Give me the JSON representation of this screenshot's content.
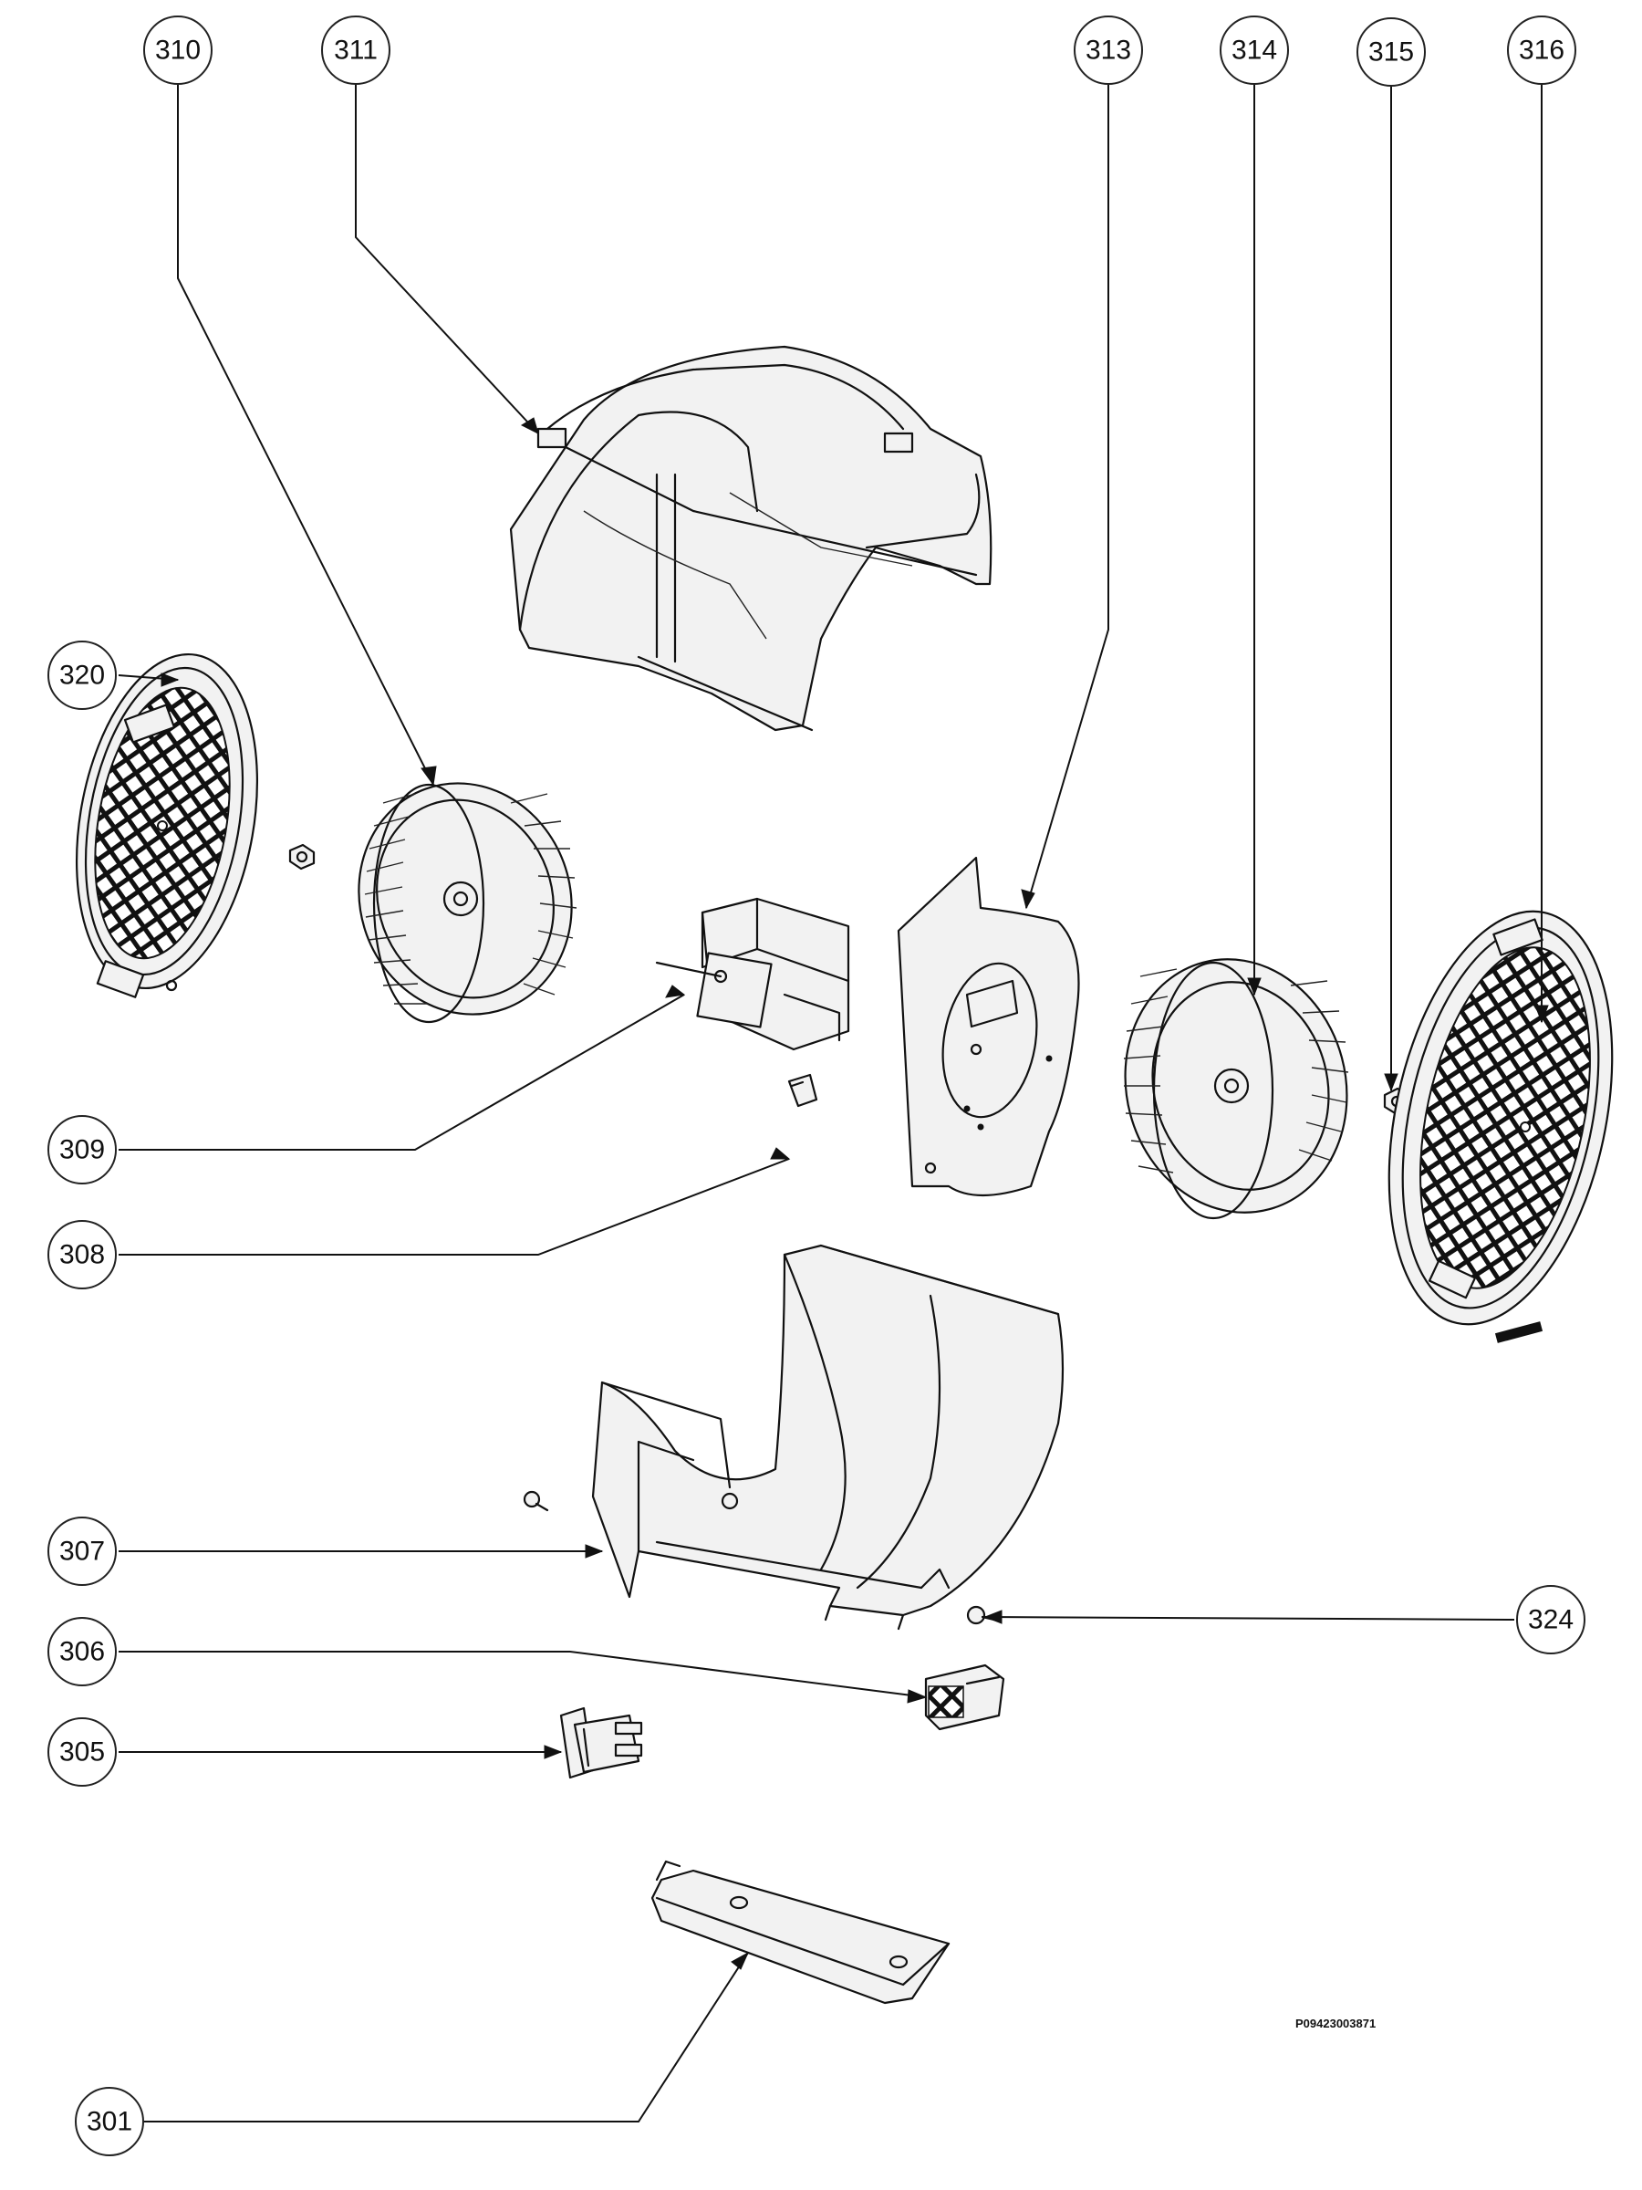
{
  "labels": {
    "c301": "301",
    "c305": "305",
    "c306": "306",
    "c307": "307",
    "c308": "308",
    "c309": "309",
    "c310": "310",
    "c311": "311",
    "c313": "313",
    "c314": "314",
    "c315": "315",
    "c316": "316",
    "c320": "320",
    "c324": "324"
  },
  "drawing_code": "P09423003871",
  "colors": {
    "line": "#111111",
    "background": "#ffffff"
  }
}
